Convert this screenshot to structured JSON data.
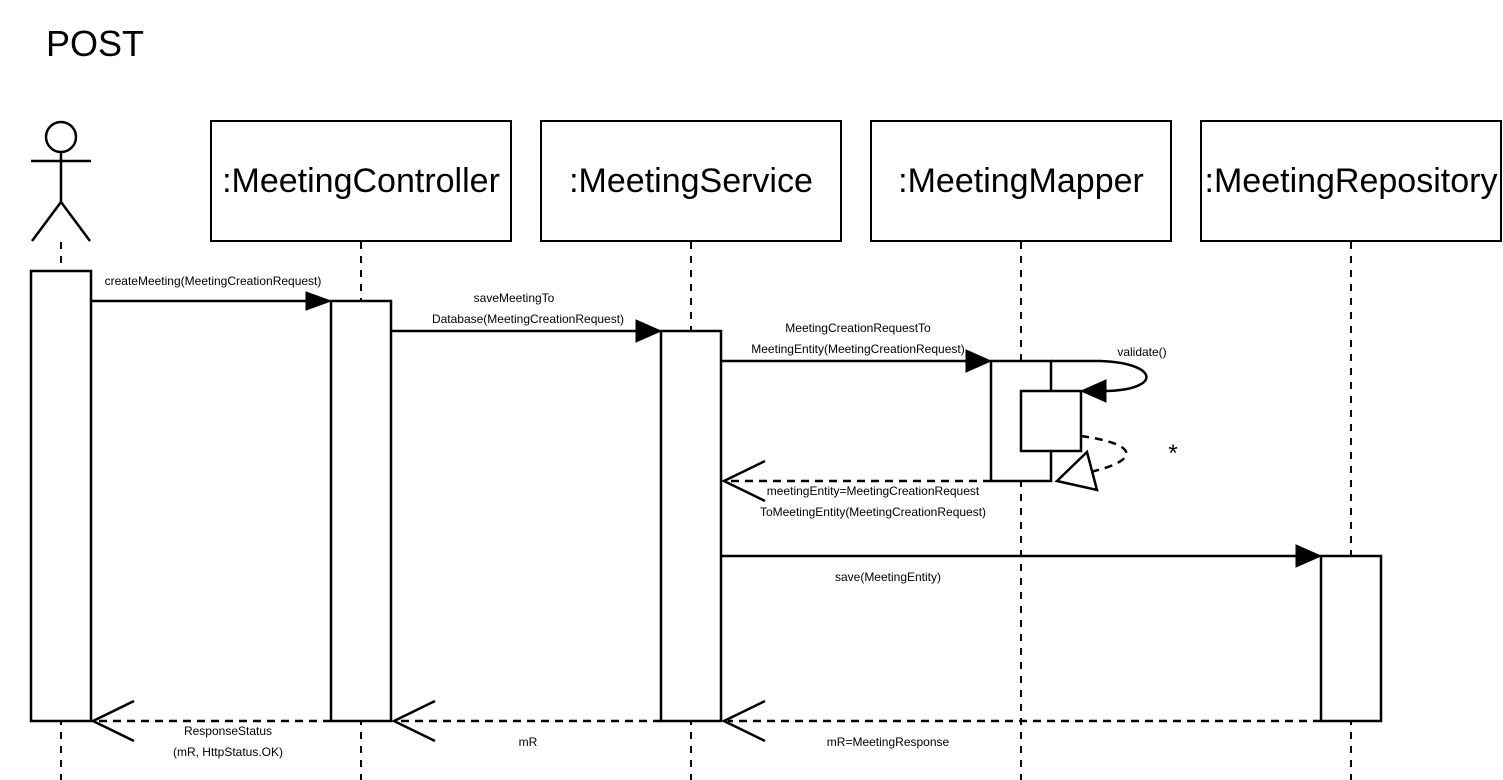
{
  "title": "POST",
  "participants": [
    {
      "name": ":MeetingController"
    },
    {
      "name": ":MeetingService"
    },
    {
      "name": ":MeetingMapper"
    },
    {
      "name": ":MeetingRepository"
    }
  ],
  "messages": {
    "create_meeting": "createMeeting(MeetingCreationRequest)",
    "save_to_db_line1": "saveMeetingTo",
    "save_to_db_line2": "Database(MeetingCreationRequest)",
    "to_entity_line1": "MeetingCreationRequestTo",
    "to_entity_line2": "MeetingEntity(MeetingCreationRequest)",
    "validate": "validate()",
    "loop_marker": "*",
    "entity_return_line1": "meetingEntity=MeetingCreationRequest",
    "entity_return_line2": "ToMeetingEntity(MeetingCreationRequest)",
    "save_entity": "save(MeetingEntity)",
    "repo_return": "mR=MeetingResponse",
    "service_return": "mR",
    "controller_return_line1": "ResponseStatus",
    "controller_return_line2": "(mR, HttpStatus.OK)"
  }
}
